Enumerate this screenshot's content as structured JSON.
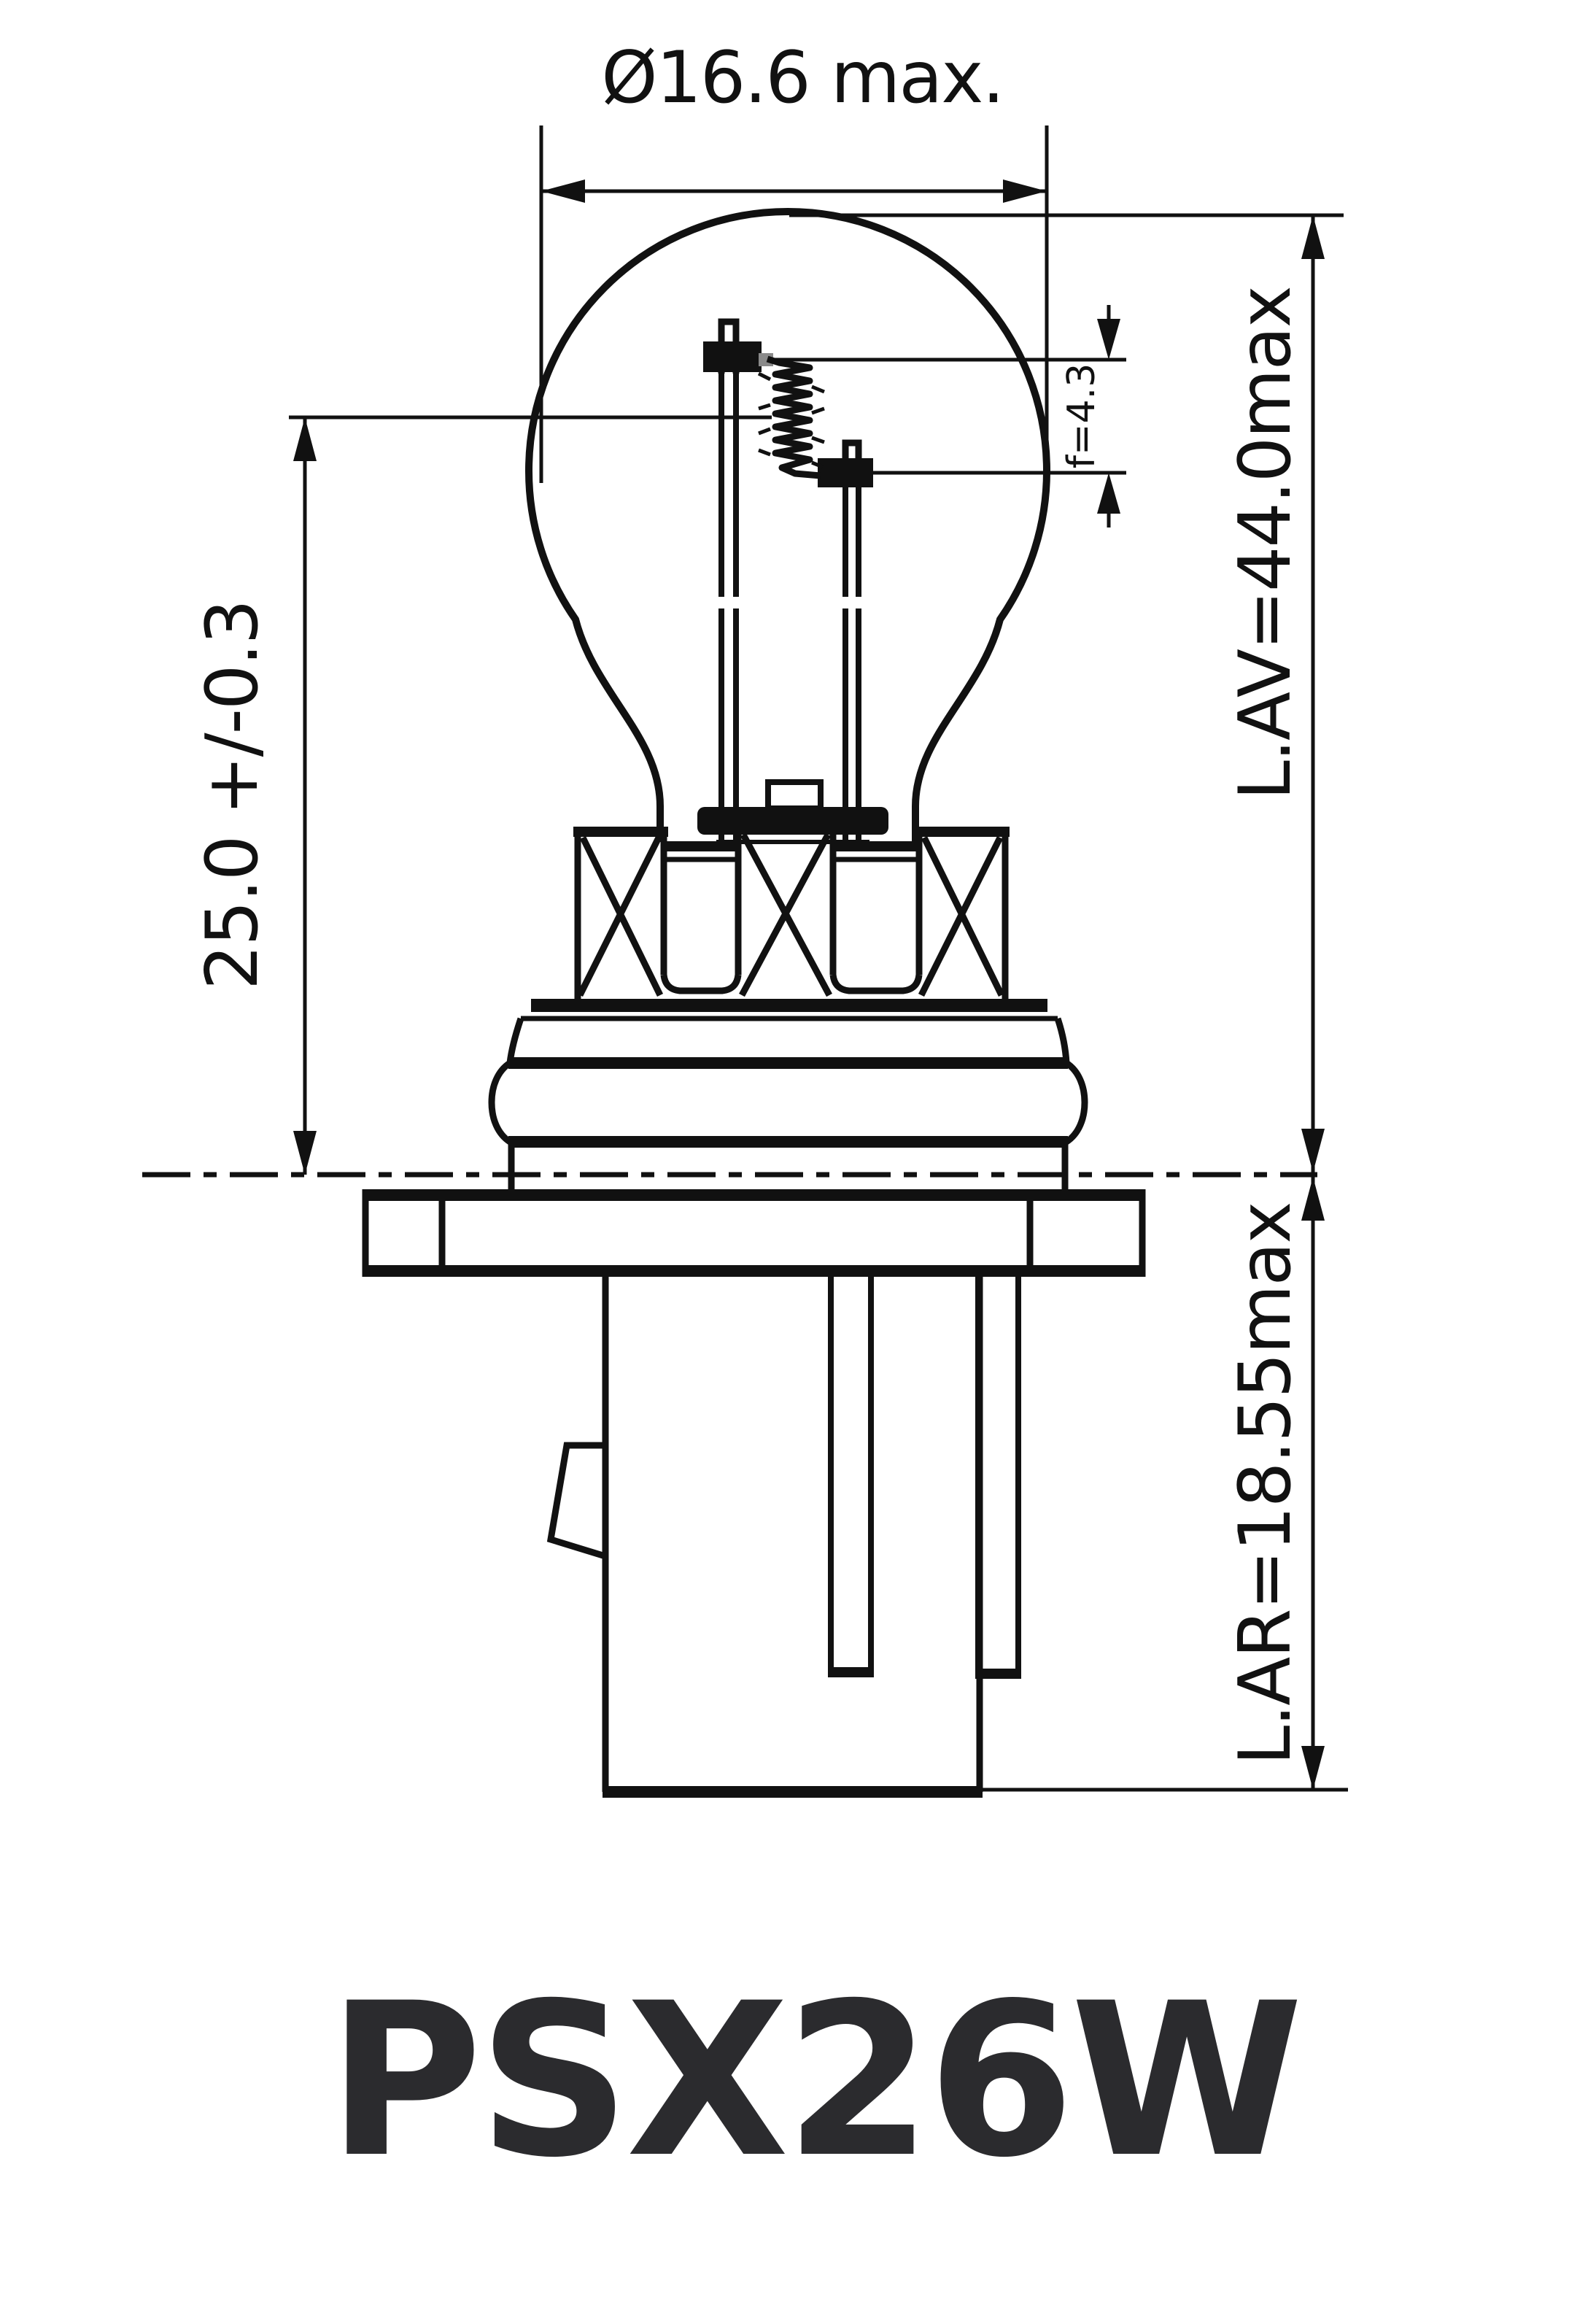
{
  "drawing": {
    "type": "technical-drawing",
    "subject": "automotive signal bulb, side elevation with dimensions",
    "part_number": "PSX26W",
    "labels": {
      "bulb_diameter": "Ø16.6 max.",
      "light_center_length": "25.0 +/-0.3",
      "filament_length": "f=4.3",
      "overall_length_front": "L.AV=44.0max",
      "rear_length": "L.AR=18.55max"
    },
    "colors": {
      "ink": "#111111",
      "background": "#ffffff",
      "part_number_ink": "#2b2b2e",
      "connector_gray": "#8a8a8a"
    }
  }
}
